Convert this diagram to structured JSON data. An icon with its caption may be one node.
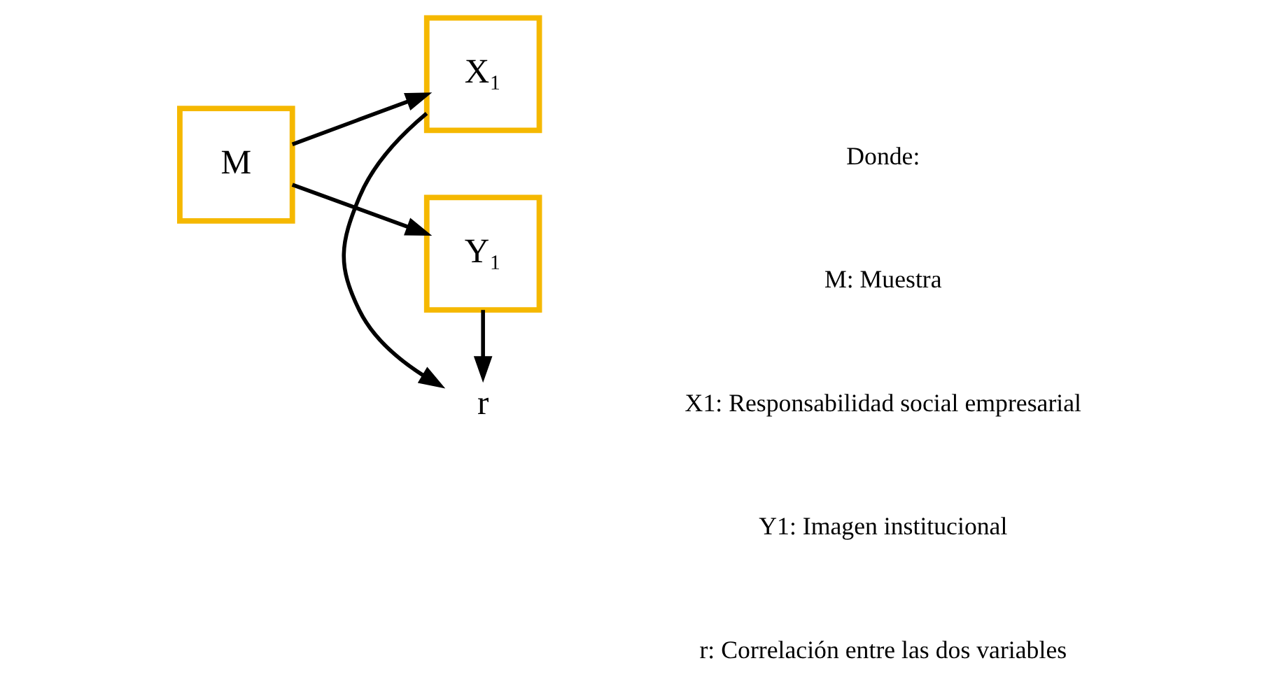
{
  "diagram": {
    "nodes": [
      {
        "text": [
          "M"
        ]
      },
      {
        "text": [
          "X₁"
        ]
      },
      {
        "text": [
          "r"
        ]
      },
      {
        "text": [
          "Y₁"
        ]
      }
    ],
    "edges": [
      {
        "from": 0,
        "to": 1,
        "arrow": "to"
      },
      {
        "from": 0,
        "to": 3,
        "arrow": "to"
      },
      {
        "from": 1,
        "to": 2,
        "arrow": "to"
      },
      {
        "from": 3,
        "to": 2,
        "arrow": "to"
      }
    ],
    "labels": [
      "Donde:",
      "M: Muestra",
      "X1: Responsabilidad social empresarial",
      "Y1: Imagen institucional",
      "r: Correlación entre las dos variables"
    ]
  }
}
